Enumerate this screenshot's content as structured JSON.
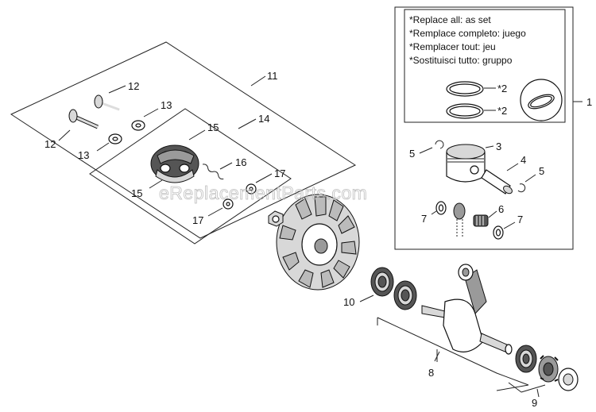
{
  "watermark": "eReplacementParts.com",
  "notes": [
    "*Replace all: as set",
    "*Remplace completo: juego",
    "*Remplacer tout: jeu",
    "*Sostituisci tutto: gruppo"
  ],
  "ring_marks": [
    "*2",
    "*2"
  ],
  "callouts": {
    "c1": "1",
    "c2": "2",
    "c3": "3",
    "c4": "4",
    "c5a": "5",
    "c5b": "5",
    "c6": "6",
    "c7a": "7",
    "c7b": "7",
    "c8": "8",
    "c9": "9",
    "c10": "10",
    "c11": "11",
    "c12a": "12",
    "c12b": "12",
    "c13a": "13",
    "c13b": "13",
    "c14": "14",
    "c15a": "15",
    "c15b": "15",
    "c16": "16",
    "c17a": "17",
    "c17b": "17"
  }
}
